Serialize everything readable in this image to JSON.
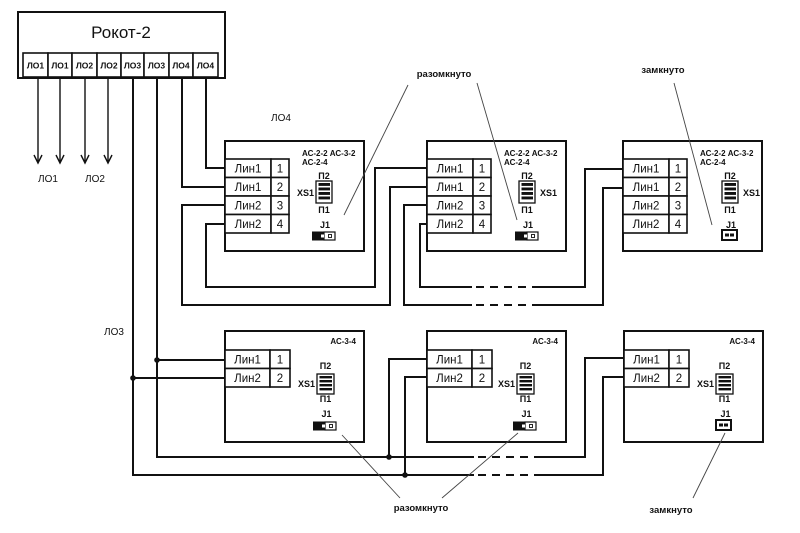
{
  "controller": {
    "title": "Рокот-2",
    "terminals": [
      "ЛО1",
      "ЛО1",
      "ЛО2",
      "ЛО2",
      "ЛО3",
      "ЛО3",
      "ЛО4",
      "ЛО4"
    ]
  },
  "outputs": [
    "ЛО1",
    "ЛО2"
  ],
  "line_labels": {
    "lo4": "ЛО4",
    "lo3": "ЛО3"
  },
  "modules_top": [
    {
      "models": [
        "АС-2-2  АС-3-2",
        "АС-2-4"
      ],
      "terminals": [
        {
          "name": "Лин1",
          "num": "1"
        },
        {
          "name": "Лин1",
          "num": "2"
        },
        {
          "name": "Лин2",
          "num": "3"
        },
        {
          "name": "Лин2",
          "num": "4"
        }
      ],
      "pin_top": "П2",
      "connector": "XS1",
      "pin_bottom": "П1",
      "jumper": "J1",
      "jumper_state": "open"
    },
    {
      "models": [
        "АС-2-2  АС-3-2",
        "АС-2-4"
      ],
      "terminals": [
        {
          "name": "Лин1",
          "num": "1"
        },
        {
          "name": "Лин1",
          "num": "2"
        },
        {
          "name": "Лин2",
          "num": "3"
        },
        {
          "name": "Лин2",
          "num": "4"
        }
      ],
      "pin_top": "П2",
      "connector": "XS1",
      "pin_bottom": "П1",
      "jumper": "J1",
      "jumper_state": "open"
    },
    {
      "models": [
        "АС-2-2  АС-3-2",
        "АС-2-4"
      ],
      "terminals": [
        {
          "name": "Лин1",
          "num": "1"
        },
        {
          "name": "Лин1",
          "num": "2"
        },
        {
          "name": "Лин2",
          "num": "3"
        },
        {
          "name": "Лин2",
          "num": "4"
        }
      ],
      "pin_top": "П2",
      "connector": "XS1",
      "pin_bottom": "П1",
      "jumper": "J1",
      "jumper_state": "closed"
    }
  ],
  "modules_bottom": [
    {
      "models": [
        "АС-3-4"
      ],
      "terminals": [
        {
          "name": "Лин1",
          "num": "1"
        },
        {
          "name": "Лин2",
          "num": "2"
        }
      ],
      "pin_top": "П2",
      "connector": "XS1",
      "pin_bottom": "П1",
      "jumper": "J1",
      "jumper_state": "open"
    },
    {
      "models": [
        "АС-3-4"
      ],
      "terminals": [
        {
          "name": "Лин1",
          "num": "1"
        },
        {
          "name": "Лин2",
          "num": "2"
        }
      ],
      "pin_top": "П2",
      "connector": "XS1",
      "pin_bottom": "П1",
      "jumper": "J1",
      "jumper_state": "open"
    },
    {
      "models": [
        "АС-3-4"
      ],
      "terminals": [
        {
          "name": "Лин1",
          "num": "1"
        },
        {
          "name": "Лин2",
          "num": "2"
        }
      ],
      "pin_top": "П2",
      "connector": "XS1",
      "pin_bottom": "П1",
      "jumper": "J1",
      "jumper_state": "closed"
    }
  ],
  "annotations": {
    "top_open": "разомкнуто",
    "top_closed": "замкнуто",
    "bottom_open": "разомкнуто",
    "bottom_closed": "замкнуто"
  }
}
